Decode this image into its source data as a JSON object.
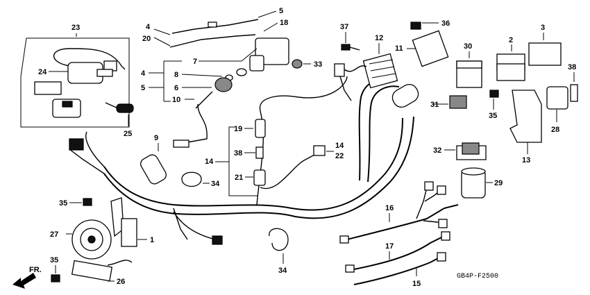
{
  "diagram": {
    "code": "GB4P-F2500",
    "front_label": "FR.",
    "callouts": {
      "c1": "1",
      "c2": "2",
      "c3": "3",
      "c4a": "4",
      "c4b": "4",
      "c5a": "5",
      "c5b": "5",
      "c6": "6",
      "c7": "7",
      "c8": "8",
      "c9": "9",
      "c10": "10",
      "c11": "11",
      "c12": "12",
      "c13": "13",
      "c14a": "14",
      "c14b": "14",
      "c15": "15",
      "c16": "16",
      "c17": "17",
      "c18": "18",
      "c19": "19",
      "c20": "20",
      "c21": "21",
      "c22": "22",
      "c23": "23",
      "c24": "24",
      "c25": "25",
      "c26": "26",
      "c27": "27",
      "c28": "28",
      "c29": "29",
      "c30": "30",
      "c31": "31",
      "c32": "32",
      "c33": "33",
      "c34a": "34",
      "c34b": "34",
      "c35a": "35",
      "c35b": "35",
      "c35c": "35",
      "c36": "36",
      "c37": "37",
      "c38a": "38",
      "c38b": "38"
    }
  }
}
